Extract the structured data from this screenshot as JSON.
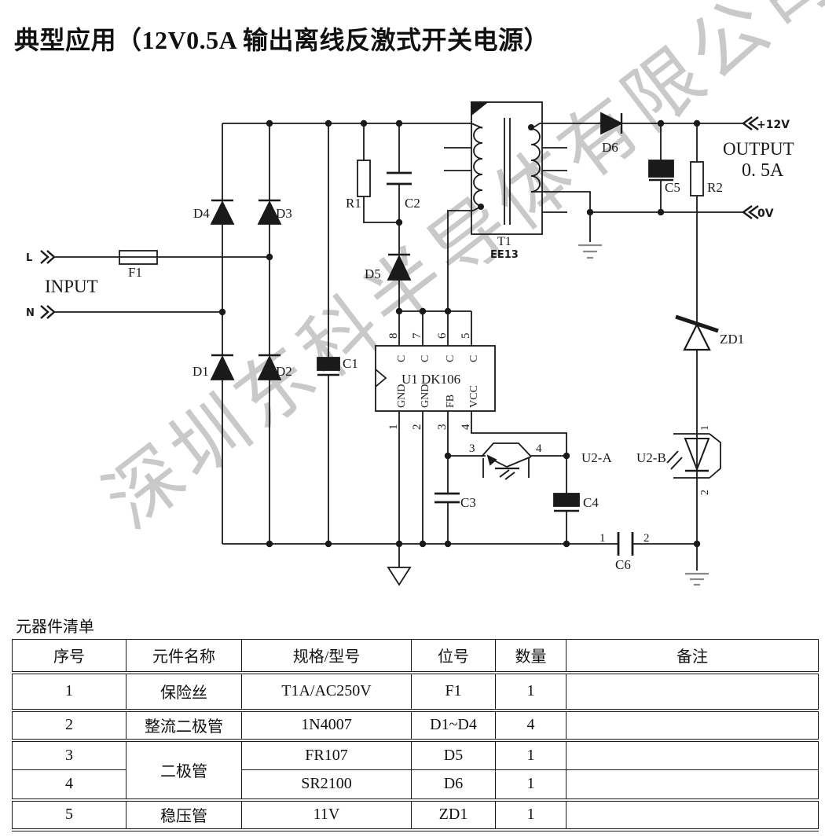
{
  "title": "典型应用（12V0.5A 输出离线反激式开关电源）",
  "watermark": "深圳东科半导体有限公司",
  "schematic": {
    "labels": {
      "l": "L",
      "n": "N",
      "input": "INPUT",
      "f1": "F1",
      "d1": "D1",
      "d2": "D2",
      "d3": "D3",
      "d4": "D4",
      "d5": "D5",
      "d6": "D6",
      "c1": "C1",
      "c2": "C2",
      "c3": "C3",
      "c4": "C4",
      "c5": "C5",
      "c6": "C6",
      "r1": "R1",
      "r2": "R2",
      "t1": "T1",
      "t1_core": "EE13",
      "u1": "U1 DK106",
      "zd1": "ZD1",
      "u2a": "U2-A",
      "u2b": "U2-B",
      "plus12": "+12V",
      "output": "OUTPUT",
      "amps": "0. 5A",
      "zero": "0V"
    },
    "u1_pins": {
      "n8": "8",
      "n7": "7",
      "n6": "6",
      "n5": "5",
      "n1": "1",
      "n2": "2",
      "n3": "3",
      "n4": "4",
      "c8": "C",
      "c7": "C",
      "c6": "C",
      "c5": "C",
      "gnd1": "GND",
      "gnd2": "GND",
      "fb": "FB",
      "vcc": "VCC"
    },
    "opto_pins": {
      "a3": "3",
      "a4": "4",
      "b1": "1",
      "b2": "2"
    },
    "c6_pins": {
      "p1": "1",
      "p2": "2"
    },
    "colors": {
      "line": "#1a1a1a",
      "earth": "#8a8a8a",
      "watermark": "#c9c9c9"
    }
  },
  "bom": {
    "caption": "元器件清单",
    "headers": [
      "序号",
      "元件名称",
      "规格/型号",
      "位号",
      "数量",
      "备注"
    ],
    "rows": [
      {
        "no": "1",
        "name": "保险丝",
        "spec": "T1A/AC250V",
        "ref": "F1",
        "qty": "1",
        "note": ""
      },
      {
        "no": "2",
        "name": "整流二极管",
        "spec": "1N4007",
        "ref": "D1~D4",
        "qty": "4",
        "note": ""
      },
      {
        "no": "3",
        "name": "二极管",
        "spec": "FR107",
        "ref": "D5",
        "qty": "1",
        "note": ""
      },
      {
        "no": "4",
        "name": "",
        "spec": "SR2100",
        "ref": "D6",
        "qty": "1",
        "note": ""
      },
      {
        "no": "5",
        "name": "稳压管",
        "spec": "11V",
        "ref": "ZD1",
        "qty": "1",
        "note": ""
      }
    ]
  }
}
